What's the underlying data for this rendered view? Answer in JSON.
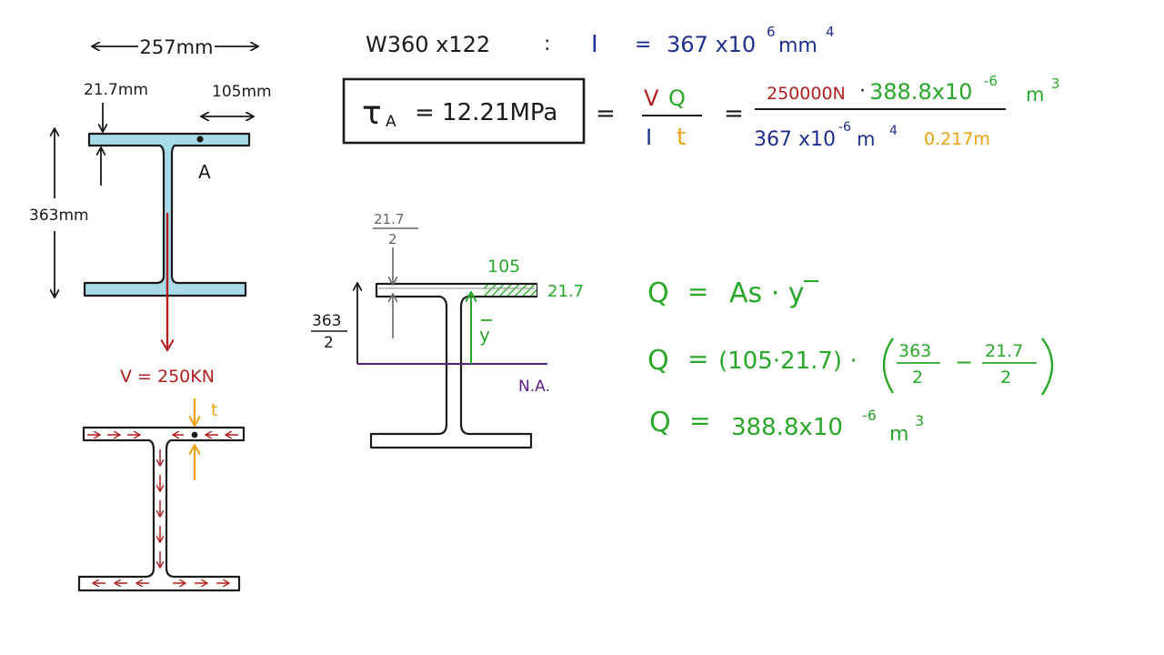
{
  "colors": {
    "black": "#1a1a1a",
    "blue": "#1e2f8c",
    "red": "#b01e1e",
    "green": "#2aa62a",
    "orange": "#eaa20e",
    "purple": "#5a1e8c",
    "flange_fill": "#a8dbe8"
  },
  "section": {
    "width_label": "257mm",
    "flange_thickness_label": "21.7mm",
    "half_flange_label": "105mm",
    "depth_label": "363mm",
    "point_label": "A"
  },
  "shear": {
    "force_label": "V = 250KN",
    "t_label": "t"
  },
  "designation": {
    "shape": "W360 x122",
    "colon": ":",
    "I_symbol": "I",
    "I_equals": "=",
    "I_value": "367 x10",
    "I_exp": "6",
    "I_unit": "mm",
    "I_unit_exp": "4"
  },
  "result": {
    "tau": "τ",
    "tau_sub": "A",
    "equals_value": "= 12.21MPa"
  },
  "formula": {
    "eq1": "=",
    "V": "V",
    "Q": "Q",
    "I": "I",
    "t": "t",
    "eq2": "=",
    "num_force": "250000N",
    "num_dot": "·",
    "num_Q": "388.8x10",
    "num_Q_exp": "-6",
    "num_unit": "m",
    "num_unit_exp": "3",
    "den_I": "367 x10",
    "den_I_exp": "-6",
    "den_I_unit": "m",
    "den_I_unit_exp": "4",
    "den_t": "0.217m"
  },
  "mid_diagram": {
    "half_t_num": "21.7",
    "half_t_den": "2",
    "half_depth_num": "363",
    "half_depth_den": "2",
    "flange_width": "105",
    "flange_thick": "21.7",
    "ybar": "y",
    "na_label": "N.A."
  },
  "equations": {
    "q1_lhs": "Q",
    "q1_eq": "=",
    "q1_rhs": "As · y",
    "q2_lhs": "Q",
    "q2_eq": "=",
    "q2_paren": "(105·21.7) ·",
    "q2_f1_num": "363",
    "q2_f1_den": "2",
    "q2_minus": "−",
    "q2_f2_num": "21.7",
    "q2_f2_den": "2",
    "q3_lhs": "Q",
    "q3_eq": "=",
    "q3_rhs": "388.8x10",
    "q3_exp": "-6",
    "q3_unit": "m",
    "q3_unit_exp": "3"
  }
}
